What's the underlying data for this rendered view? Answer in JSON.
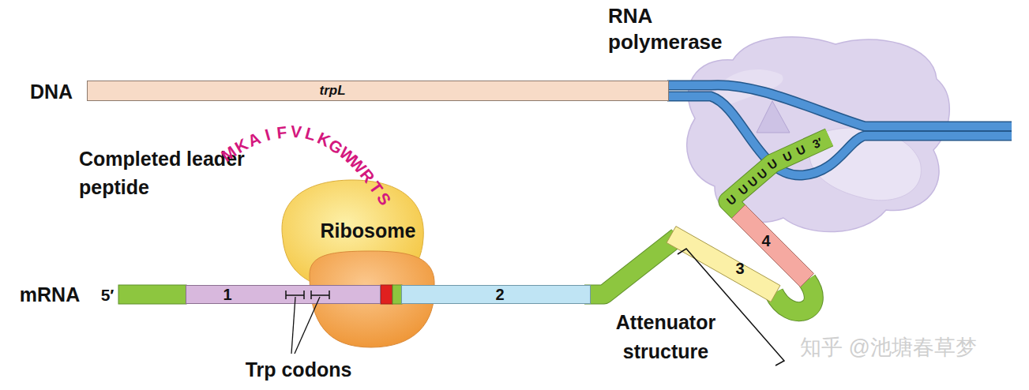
{
  "diagram": {
    "nodes": [
      {
        "text": [
          "RNA polymerase"
        ]
      },
      {
        "text": [
          "trpL"
        ]
      },
      {
        "text": [
          "Ribosome"
        ]
      },
      {
        "text": [
          "1"
        ]
      },
      {
        "text": [
          "2"
        ]
      },
      {
        "text": [
          "3"
        ]
      },
      {
        "text": [
          "4"
        ]
      }
    ],
    "labels": [
      "DNA",
      "Completed leader peptide",
      "MKAIFVLKGWWRTS",
      "mRNA",
      "5′",
      "Trp codons",
      "Attenuator structure",
      "U",
      "U",
      "U",
      "U",
      "U",
      "U",
      "U",
      "3′",
      "知乎 @池塘春草梦"
    ]
  }
}
